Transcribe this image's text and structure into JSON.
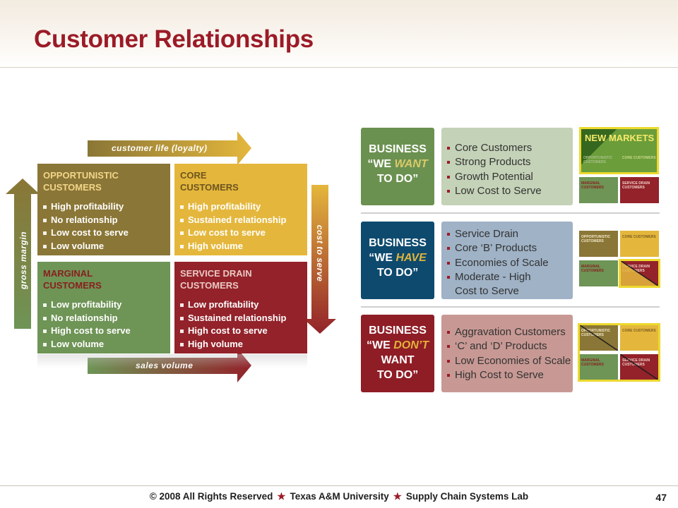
{
  "title": "Customer Relationships",
  "left_diagram": {
    "arrows": {
      "top": "customer life (loyalty)",
      "left": "gross margin",
      "right": "cost to serve",
      "bottom": "sales volume"
    },
    "quadrants": {
      "opportunistic": {
        "title_line1": "OPPORTUNISTIC",
        "title_line2": "CUSTOMERS",
        "items": [
          "High profitability",
          "No relationship",
          "Low cost to serve",
          "Low volume"
        ]
      },
      "core": {
        "title_line1": "CORE",
        "title_line2": "CUSTOMERS",
        "items": [
          "High profitability",
          "Sustained relationship",
          "Low cost to serve",
          "High volume"
        ]
      },
      "marginal": {
        "title_line1": "MARGINAL",
        "title_line2": "CUSTOMERS",
        "items": [
          "Low profitability",
          "No relationship",
          "High cost to serve",
          "Low volume"
        ]
      },
      "service_drain": {
        "title_line1": "SERVICE DRAIN",
        "title_line2": "CUSTOMERS",
        "items": [
          "Low profitability",
          "Sustained relationship",
          "High cost to serve",
          "High volume"
        ]
      }
    }
  },
  "right_diagram": {
    "rows": [
      {
        "line1": "BUSINESS",
        "line2_pre": "“WE ",
        "line2_em": "WANT",
        "line3": "TO DO”",
        "line4": "",
        "items": [
          "Core Customers",
          "Strong Products",
          "Growth Potential",
          "Low Cost to Serve"
        ]
      },
      {
        "line1": "BUSINESS",
        "line2_pre": "“WE ",
        "line2_em": "HAVE",
        "line3": "TO DO”",
        "line4": "",
        "items": [
          "Service Drain",
          "Core ‘B’ Products",
          "Economies of Scale",
          "Moderate - High Cost to Serve"
        ]
      },
      {
        "line1": "BUSINESS",
        "line2_pre": "“WE ",
        "line2_em": "DON’T",
        "line3": "WANT",
        "line4": "TO DO”",
        "items": [
          "Aggravation Customers",
          "‘C’ and ‘D’ Products",
          "Low Economies of Scale",
          "High Cost to Serve"
        ]
      }
    ],
    "new_markets": "NEW MARKETS",
    "mini_labels": {
      "opportunistic": "OPPORTUNISTIC CUSTOMERS",
      "core": "CORE CUSTOMERS",
      "marginal": "MARGINAL CUSTOMERS",
      "service_drain": "SERVICE DRAIN CUSTOMERS"
    }
  },
  "footer": {
    "copyright": "© 2008 All Rights Reserved",
    "university": "Texas A&M University",
    "lab": "Supply Chain Systems Lab",
    "page": "47"
  },
  "colors": {
    "title_red": "#9b1b27",
    "opportunistic": "#8a7636",
    "core": "#e4b73c",
    "marginal": "#6e9456",
    "service_drain": "#93222a",
    "highlight": "#ecd92e"
  }
}
